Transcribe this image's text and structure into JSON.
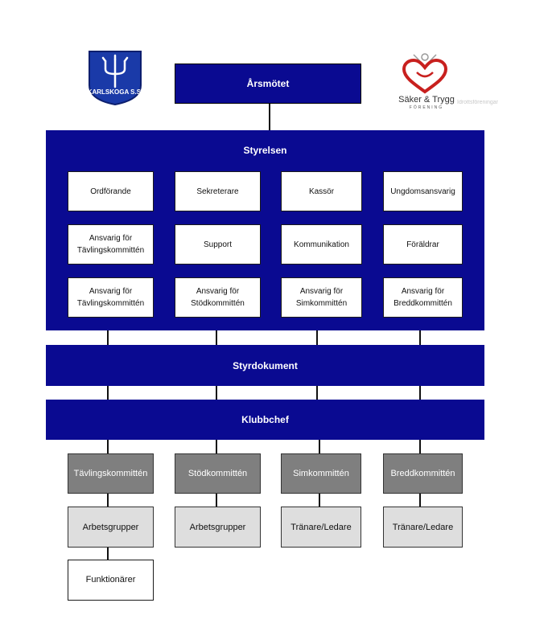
{
  "top": {
    "title": "Årsmötet"
  },
  "board": {
    "title": "Styrelsen",
    "roles": [
      [
        "Ordförande",
        "Sekreterare",
        "Kassör",
        "Ungdomsansvarig"
      ],
      [
        [
          "Ansvarig för",
          "Tävlingskommittén"
        ],
        "Support",
        "Kommunikation",
        "Föräldrar"
      ],
      [
        [
          "Ansvarig för",
          "Tävlingskommittén"
        ],
        [
          "Ansvarig för",
          "Stödkommittén"
        ],
        [
          "Ansvarig för",
          "Simkommittén"
        ],
        [
          "Ansvarig för",
          "Breddkommittén"
        ]
      ]
    ]
  },
  "styrdokument": {
    "title": "Styrdokument"
  },
  "klubbchef": {
    "title": "Klubbchef"
  },
  "committees": [
    "Tävlingskommittén",
    "Stödkommittén",
    "Simkommittén",
    "Breddkommittén"
  ],
  "groups": [
    "Arbetsgrupper",
    "Arbetsgrupper",
    "Tränare/Ledare",
    "Tränare/Ledare"
  ],
  "sub": {
    "label": "Funktionärer"
  },
  "logos": {
    "left": {
      "text": "KARLSKOGA S.S.",
      "icon": "trident-shield-icon"
    },
    "right": {
      "text": "Säker & Trygg",
      "subtext": "FÖRENING",
      "extra": "Idrottsföreningar",
      "icon": "heart-icon"
    }
  },
  "colors": {
    "navy": "#0a0a91",
    "dark_gray": "#7f7f7f",
    "light_gray": "#dedede"
  }
}
